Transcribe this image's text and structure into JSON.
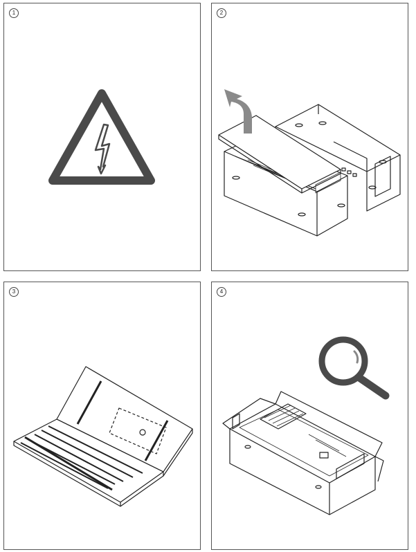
{
  "steps": [
    {
      "number": "1",
      "icon": "electric-hazard-icon"
    },
    {
      "number": "2",
      "icon": "open-box-lid-icon"
    },
    {
      "number": "3",
      "icon": "unfolded-packaging-icon"
    },
    {
      "number": "4",
      "icon": "inspect-contents-icon"
    }
  ],
  "colors": {
    "line": "#222222",
    "arrow": "#8a8a8a",
    "hazard": "#4a4a4a",
    "magnifier": "#4a4a4a"
  }
}
